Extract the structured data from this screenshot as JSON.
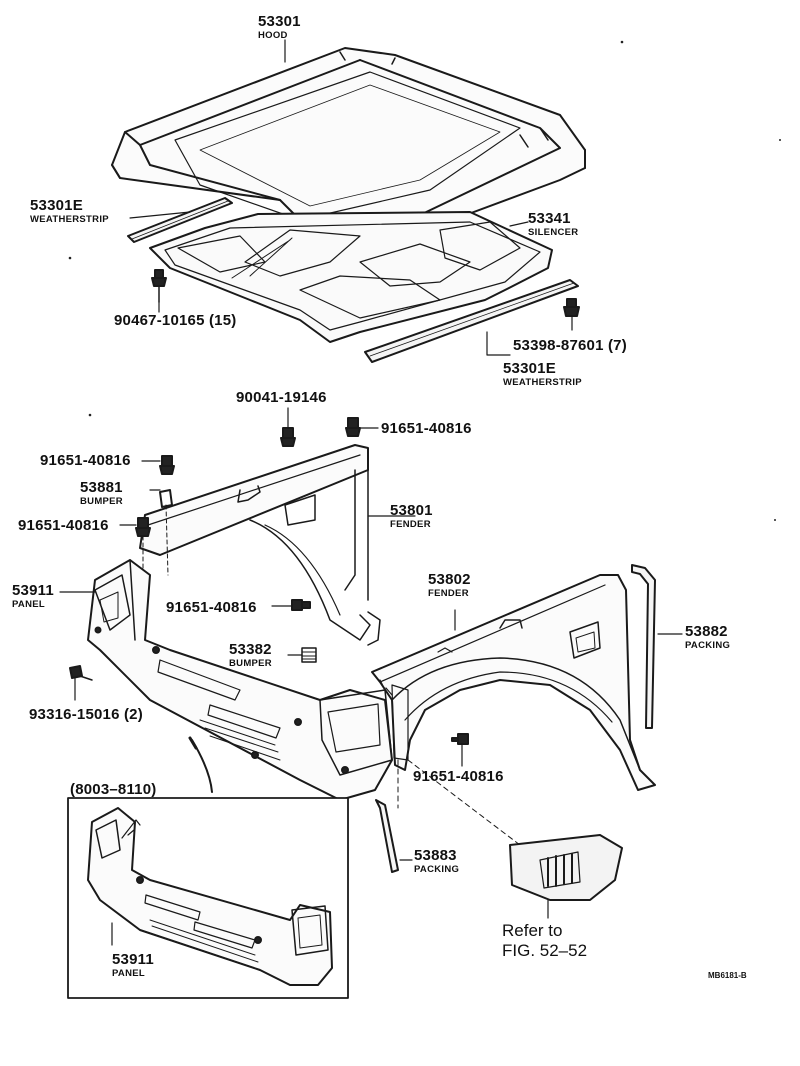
{
  "parts": {
    "hood": {
      "num": "53301",
      "name": "HOOD"
    },
    "weatherstrip_left": {
      "num": "53301E",
      "name": "WEATHERSTRIP"
    },
    "silencer": {
      "num": "53341",
      "name": "SILENCER"
    },
    "clip_hood": {
      "num": "90467-10165 (15)"
    },
    "clip_weatherstrip": {
      "num": "53398-87601 (7)"
    },
    "weatherstrip_right": {
      "num": "53301E",
      "name": "WEATHERSTRIP"
    },
    "bolt_top": {
      "num": "90041-19146"
    },
    "bolt_right_top": {
      "num": "91651-40816"
    },
    "bolt_left_1": {
      "num": "91651-40816"
    },
    "bumper_small": {
      "num": "53881",
      "name": "BUMPER"
    },
    "bolt_left_2": {
      "num": "91651-40816"
    },
    "fender_left": {
      "num": "53801",
      "name": "FENDER"
    },
    "panel_main": {
      "num": "53911",
      "name": "PANEL"
    },
    "fender_right": {
      "num": "53802",
      "name": "FENDER"
    },
    "packing_right": {
      "num": "53882",
      "name": "PACKING"
    },
    "bolt_mid": {
      "num": "91651-40816"
    },
    "bumper_mid": {
      "num": "53382",
      "name": "BUMPER"
    },
    "screw": {
      "num": "93316-15016 (2)"
    },
    "bolt_fender_right": {
      "num": "91651-40816"
    },
    "packing_bottom": {
      "num": "53883",
      "name": "PACKING"
    },
    "refer": {
      "line1": "Refer to",
      "line2": "FIG. 52–52"
    },
    "inset_range": {
      "num": "(8003–8110)"
    },
    "panel_inset": {
      "num": "53911",
      "name": "PANEL"
    }
  },
  "figure_code": "MB6181-B"
}
